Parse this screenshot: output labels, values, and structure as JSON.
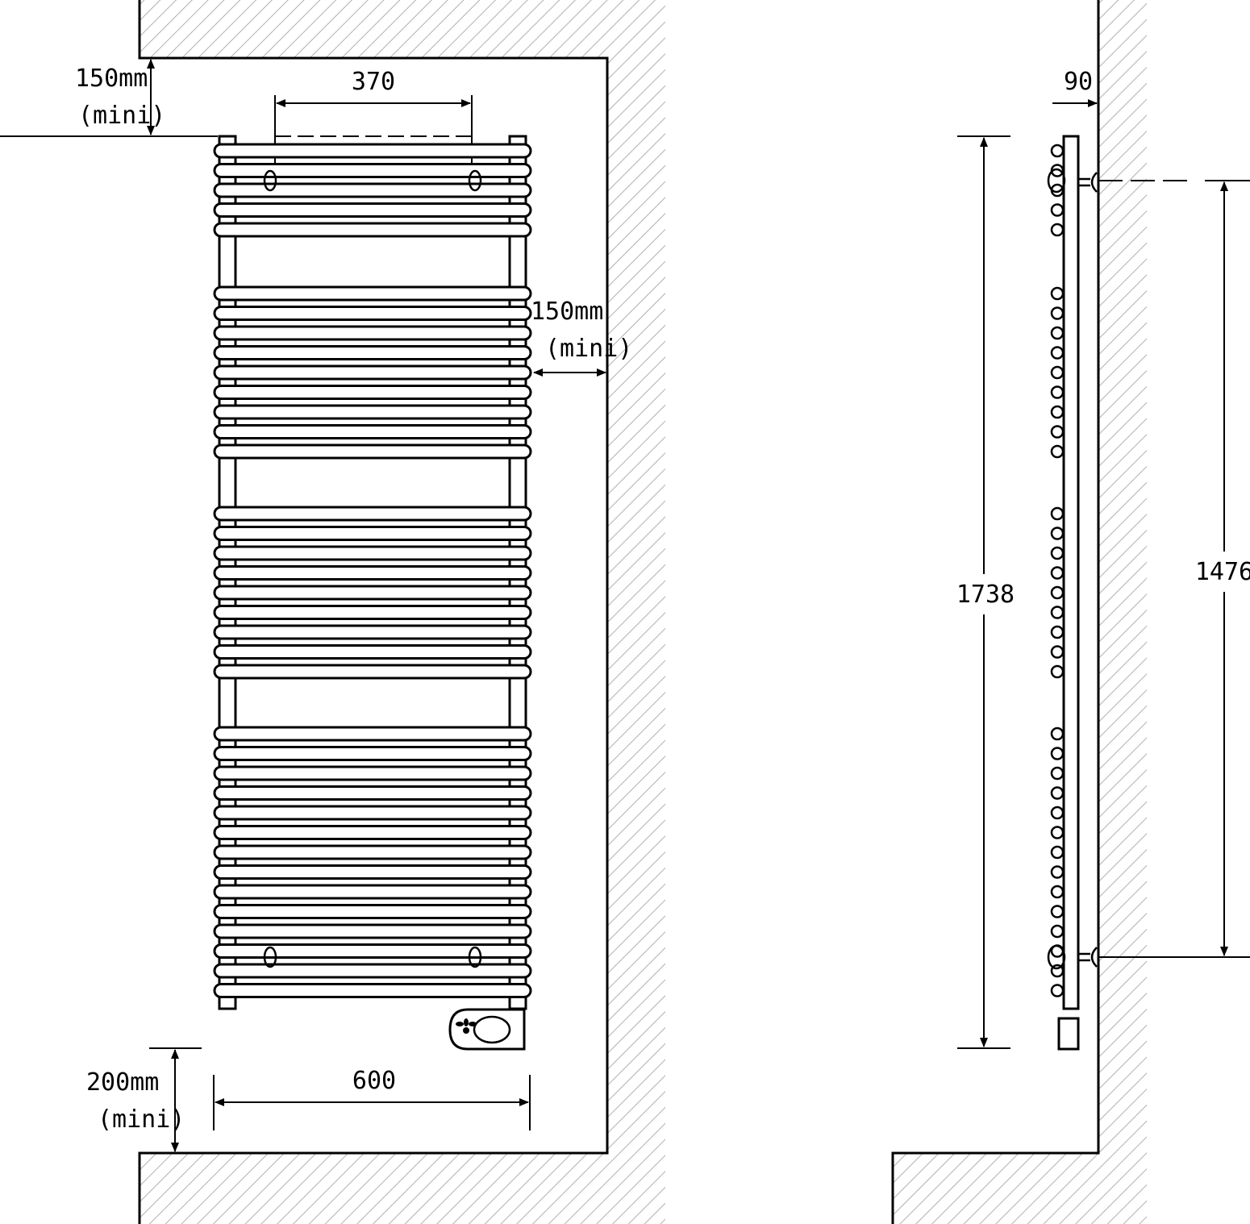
{
  "front_view": {
    "top_clearance_value": "150mm",
    "top_clearance_note": "(mini)",
    "right_clearance_value": "150mm",
    "right_clearance_note": "(mini)",
    "bottom_clearance_value": "200mm",
    "bottom_clearance_note": "(mini)",
    "fixing_spacing": "370",
    "overall_width": "600"
  },
  "side_view": {
    "depth": "90",
    "overall_height": "1738",
    "fixing_height": "1476"
  },
  "colors": {
    "line": "#000000",
    "hatch": "#b0b0b0",
    "background": "#ffffff"
  }
}
